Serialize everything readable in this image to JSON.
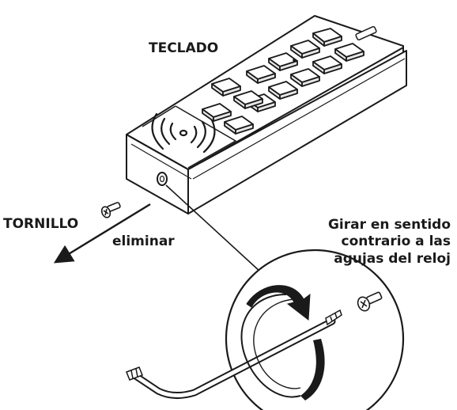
{
  "labels": {
    "keypad": "TECLADO",
    "screw": "TORNILLO",
    "remove": "eliminar",
    "turn": "Girar en sentido contrario a las agujas del reloj"
  },
  "colors": {
    "stroke": "#1a1a1a",
    "body": "#ffffff",
    "key_shadow": "#e6e6e6"
  }
}
